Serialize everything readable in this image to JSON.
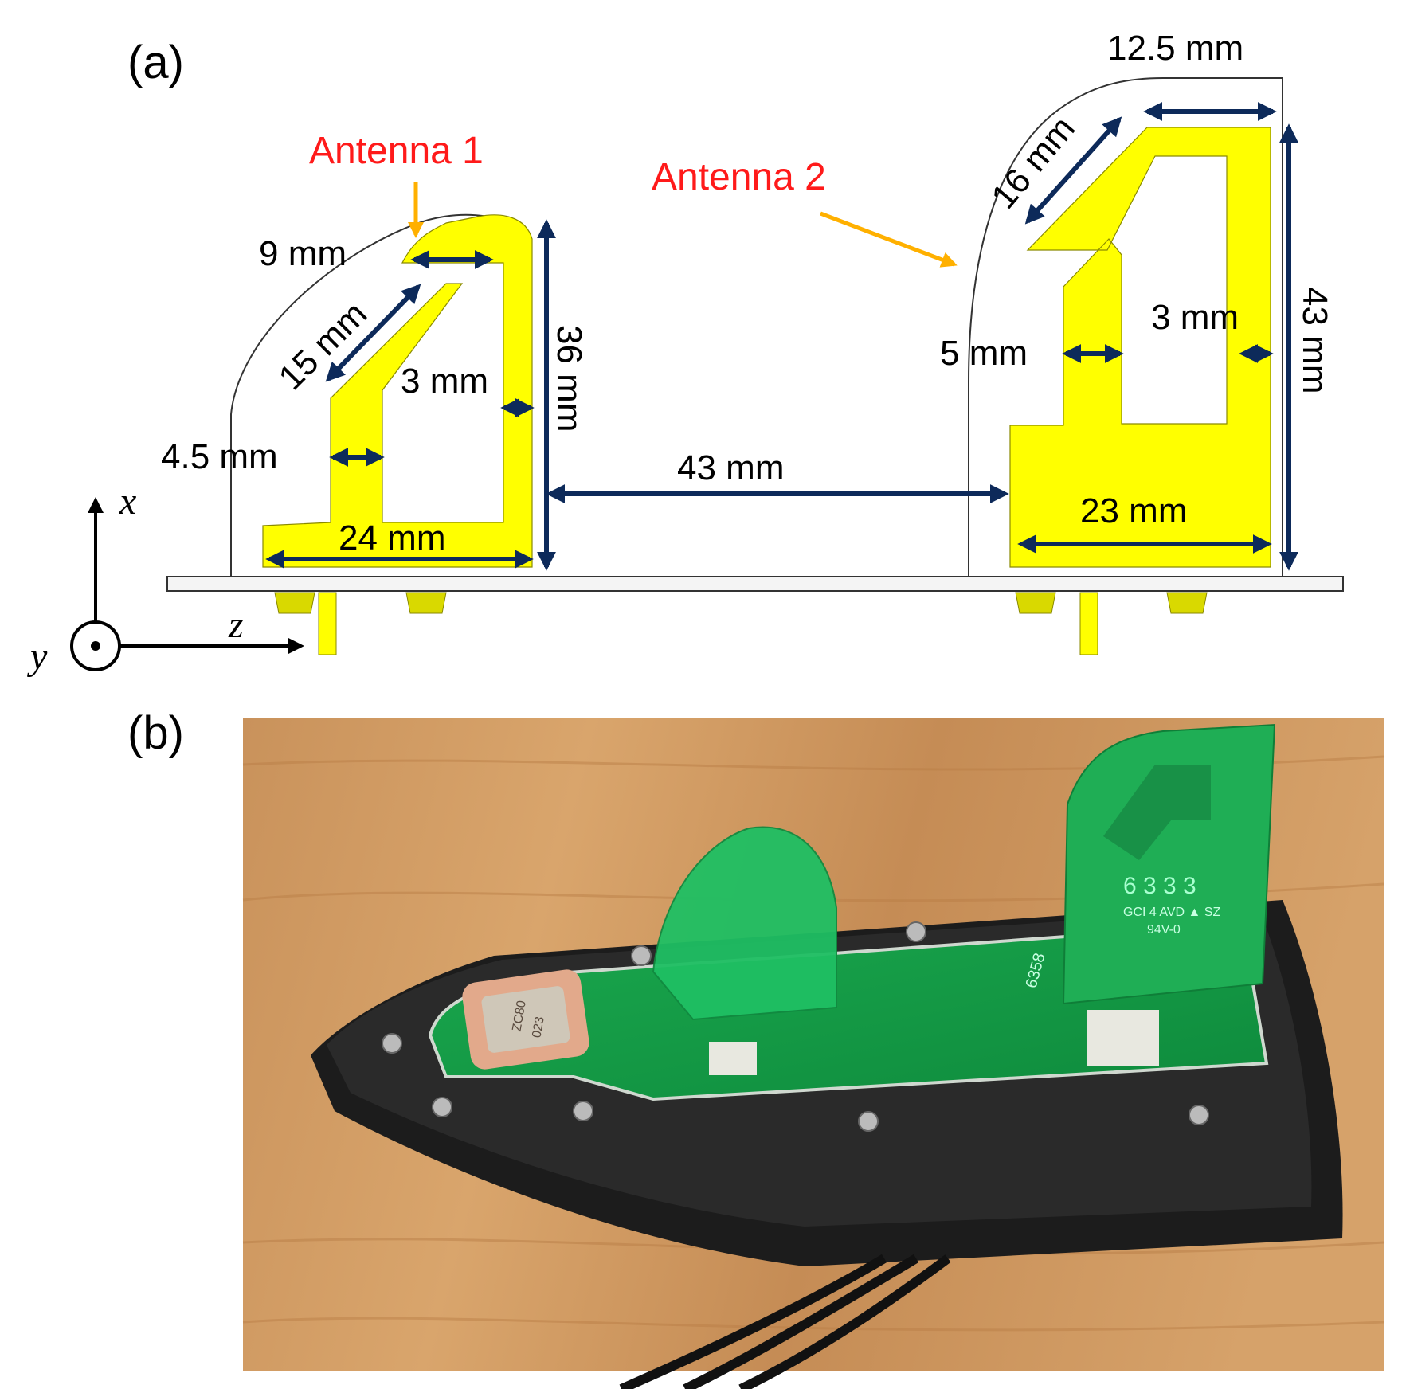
{
  "panel_a": {
    "label": "(a)",
    "antenna1": {
      "name": "Antenna 1",
      "dims": {
        "top_width": "9 mm",
        "slant": "15 mm",
        "arm_width": "4.5 mm",
        "gap": "3 mm",
        "height": "36 mm",
        "base": "24 mm"
      }
    },
    "antenna2": {
      "name": "Antenna 2",
      "dims": {
        "top_width": "12.5 mm",
        "slant": "16 mm",
        "arm_width": "5 mm",
        "gap": "3 mm",
        "height": "43 mm",
        "base": "23 mm"
      }
    },
    "spacing": "43 mm",
    "axes": {
      "x": "x",
      "y": "y",
      "z": "z"
    },
    "colors": {
      "antenna": "#ffff00",
      "dimension": "#0d2a5a",
      "callout": "#ffb000",
      "label": "#ff1a1a"
    }
  },
  "panel_b": {
    "label": "(b)",
    "board_markings": [
      "6 3 3 3",
      "GCI 4 AVD ▲ SZ",
      "94V-0",
      "6358",
      "ZC80",
      "023"
    ]
  }
}
